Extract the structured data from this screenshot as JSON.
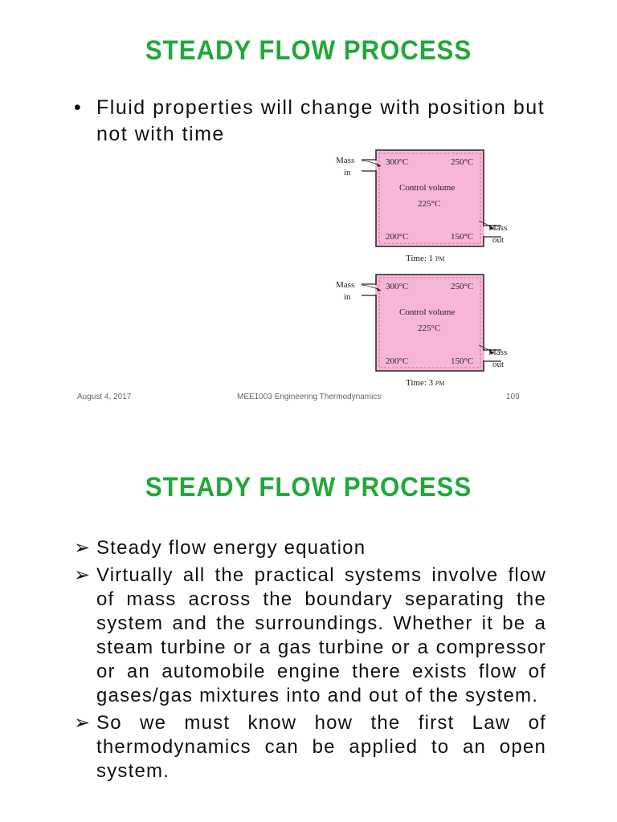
{
  "slide1": {
    "title": "STEADY FLOW  PROCESS",
    "bullet": "Fluid properties will change with position but not with time",
    "diagrams": [
      {
        "mass_in": [
          "Mass",
          "in"
        ],
        "mass_out": [
          "Mass",
          "out"
        ],
        "t_top_left": "300°C",
        "t_top_right": "250°C",
        "label": "Control volume",
        "t_center": "225°C",
        "t_bottom_left": "200°C",
        "t_bottom_right": "150°C",
        "time": "Time: 1",
        "time_unit": "PM"
      },
      {
        "mass_in": [
          "Mass",
          "in"
        ],
        "mass_out": [
          "Mass",
          "out"
        ],
        "t_top_left": "300°C",
        "t_top_right": "250°C",
        "label": "Control volume",
        "t_center": "225°C",
        "t_bottom_left": "200°C",
        "t_bottom_right": "150°C",
        "time": "Time: 3",
        "time_unit": "PM"
      }
    ],
    "footer": {
      "date": "August 4, 2017",
      "course": "MEE1003 Engineering Thermodynamics",
      "page": "109"
    },
    "colors": {
      "title": "#22a83a",
      "control_volume_fill": "#f7b6d8"
    }
  },
  "slide2": {
    "title": "STEADY FLOW  PROCESS",
    "bullets": [
      "Steady flow energy equation",
      "Virtually all the practical systems involve flow of mass across the boundary separating the system and the surroundings. Whether it be a steam turbine or a gas turbine or a compressor or an automobile engine there exists flow of gases/gas mixtures into and out of the system.",
      "So we must know how the first Law of thermodynamics can be applied to an open system."
    ],
    "bullet_marker": "➢"
  }
}
